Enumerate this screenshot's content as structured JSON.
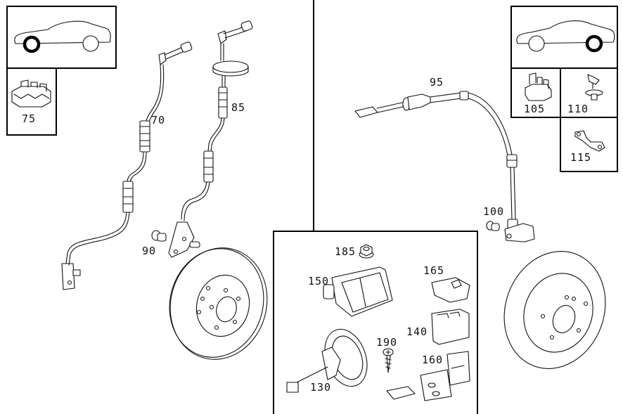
{
  "diagram": {
    "title": "ABS wheel speed sensor parts diagram",
    "panels": {
      "front_axle_indicator": {
        "highlighted_wheel": "front",
        "icon": "car-side-front-wheel-icon"
      },
      "rear_axle_indicator": {
        "highlighted_wheel": "rear",
        "icon": "car-side-rear-wheel-icon"
      }
    },
    "callouts": [
      {
        "id": "75",
        "part": "clip"
      },
      {
        "id": "70",
        "part": "front speed sensor cable (left)"
      },
      {
        "id": "85",
        "part": "front speed sensor cable with grommet"
      },
      {
        "id": "90",
        "part": "bolt"
      },
      {
        "id": "95",
        "part": "rear speed sensor cable"
      },
      {
        "id": "100",
        "part": "bolt"
      },
      {
        "id": "105",
        "part": "clip"
      },
      {
        "id": "110",
        "part": "cable holder clip"
      },
      {
        "id": "115",
        "part": "bracket"
      },
      {
        "id": "130",
        "part": "sensor ring"
      },
      {
        "id": "140",
        "part": "relay"
      },
      {
        "id": "150",
        "part": "control unit"
      },
      {
        "id": "160",
        "part": "bracket"
      },
      {
        "id": "165",
        "part": "cover"
      },
      {
        "id": "185",
        "part": "nut"
      },
      {
        "id": "190",
        "part": "screw"
      }
    ],
    "labels": {
      "c75": "75",
      "c70": "70",
      "c85": "85",
      "c90": "90",
      "c95": "95",
      "c100": "100",
      "c105": "105",
      "c110": "110",
      "c115": "115",
      "c130": "130",
      "c140": "140",
      "c150": "150",
      "c160": "160",
      "c165": "165",
      "c185": "185",
      "c190": "190"
    }
  }
}
